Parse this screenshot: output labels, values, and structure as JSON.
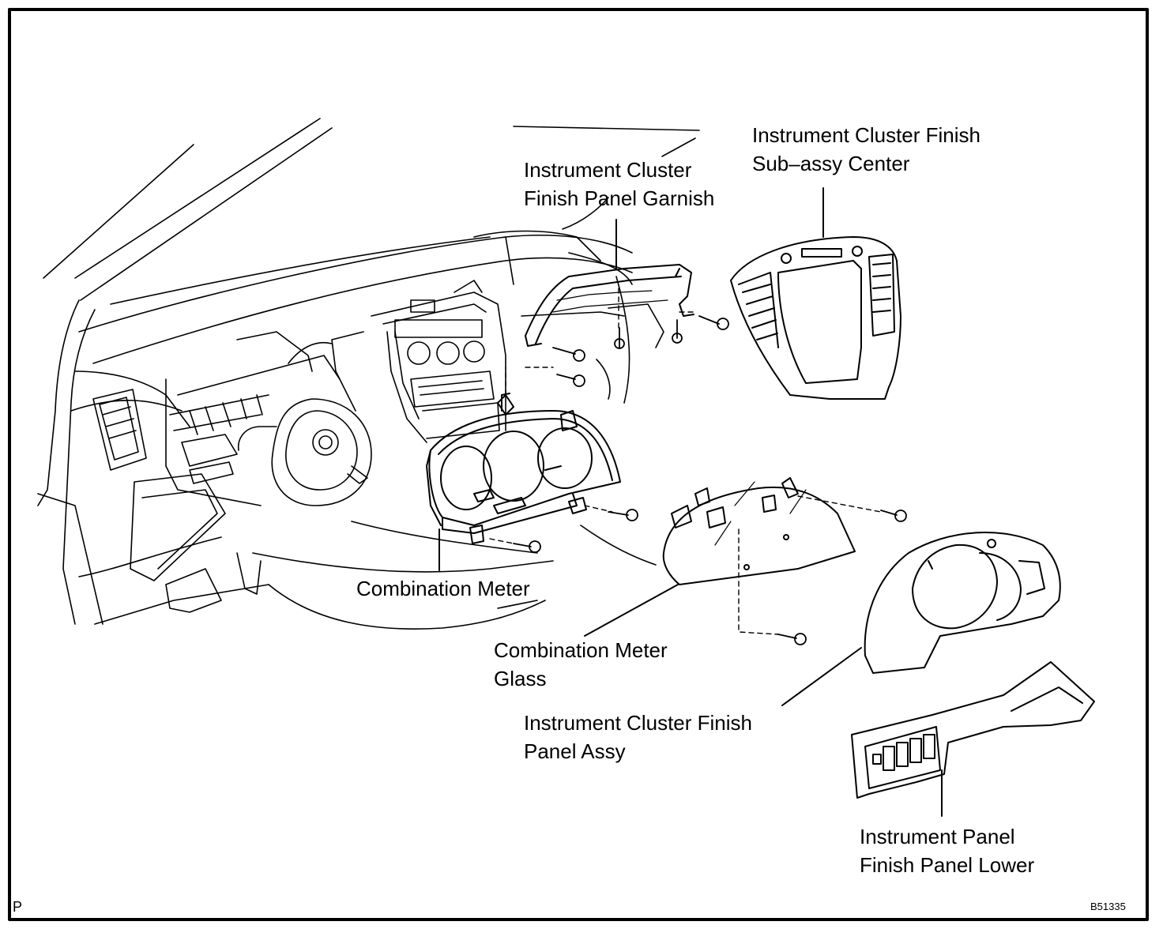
{
  "labels": {
    "finish_panel_garnish": [
      "Instrument Cluster",
      "Finish Panel Garnish"
    ],
    "finish_sub_assy_center": [
      "Instrument Cluster Finish",
      "Sub–assy Center"
    ],
    "combination_meter": [
      "Combination Meter"
    ],
    "combination_meter_glass": [
      "Combination Meter",
      "Glass"
    ],
    "finish_panel_assy": [
      "Instrument Cluster Finish",
      "Panel Assy"
    ],
    "panel_finish_lower": [
      "Instrument Panel",
      "Finish Panel Lower"
    ]
  },
  "corner_marks": {
    "section_letter": "P",
    "figure_code": "B51335"
  },
  "colors": {
    "ink": "#000000",
    "paper": "#ffffff"
  }
}
